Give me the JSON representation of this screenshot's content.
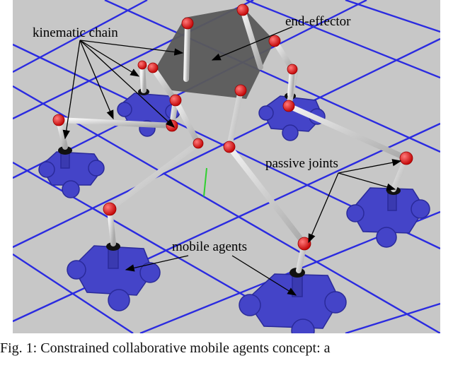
{
  "figure": {
    "labels": {
      "kinematic_chain": "kinematic chain",
      "end_effector": "end-effector",
      "passive_joints": "passive joints",
      "mobile_agents": "mobile agents"
    },
    "colors": {
      "floor": "#c7c7c7",
      "grid_line": "#2b2be0",
      "agent": "#4444c8",
      "end_effector": "#5a5a5a",
      "link": "#d9d9d9",
      "joint": "#e01010"
    }
  },
  "caption": {
    "text": "Fig. 1: Constrained collaborative mobile agents concept: a"
  }
}
